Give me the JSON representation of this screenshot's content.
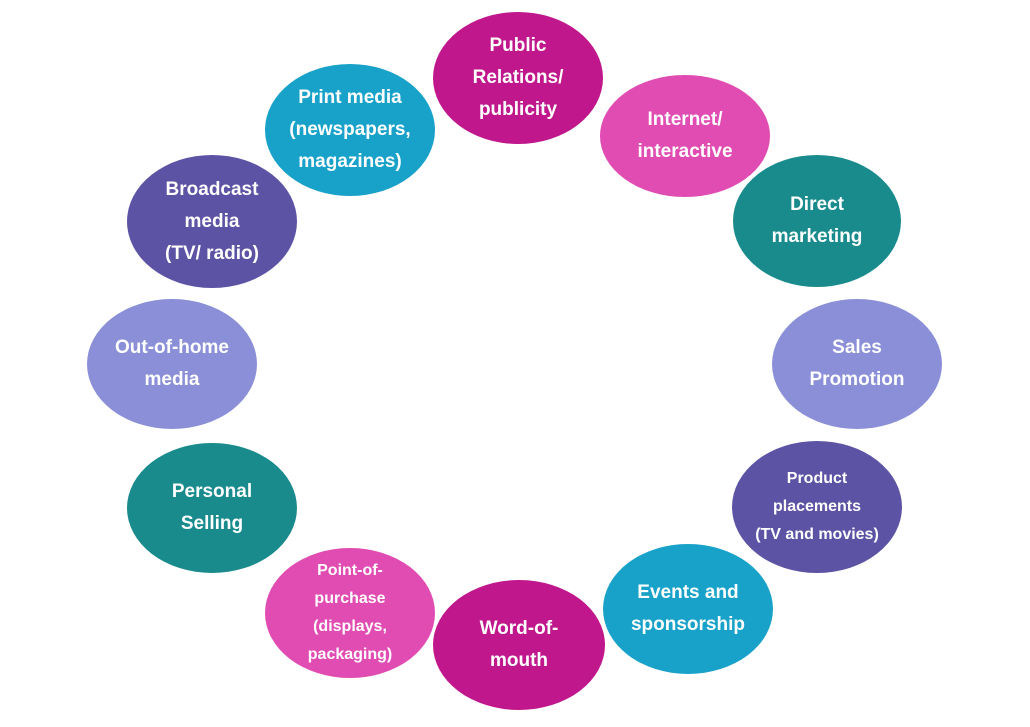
{
  "colors": {
    "magenta": "#c0188c",
    "pink": "#e04cb2",
    "teal": "#1a8b8c",
    "lavender": "#8a8fd8",
    "purple": "#5c53a5",
    "sky": "#19a2c9"
  },
  "nodes": [
    {
      "label": "Public\nRelations/\npublicity",
      "color": "#c0188c"
    },
    {
      "label": "Internet/\ninteractive",
      "color": "#e04cb2"
    },
    {
      "label": "Direct\nmarketing",
      "color": "#1a8b8c"
    },
    {
      "label": "Sales\nPromotion",
      "color": "#8a8fd8"
    },
    {
      "label": "Product\nplacements\n(TV and movies)",
      "color": "#5c53a5"
    },
    {
      "label": "Events and\nsponsorship",
      "color": "#19a2c9"
    },
    {
      "label": "Word-of-\nmouth",
      "color": "#c0188c"
    },
    {
      "label": "Point-of-\npurchase\n(displays,\npackaging)",
      "color": "#e04cb2"
    },
    {
      "label": "Personal\nSelling",
      "color": "#1a8b8c"
    },
    {
      "label": "Out-of-home\nmedia",
      "color": "#8a8fd8"
    },
    {
      "label": "Broadcast\nmedia\n(TV/ radio)",
      "color": "#5c53a5"
    },
    {
      "label": "Print media\n(newspapers,\nmagazines)",
      "color": "#19a2c9"
    }
  ]
}
